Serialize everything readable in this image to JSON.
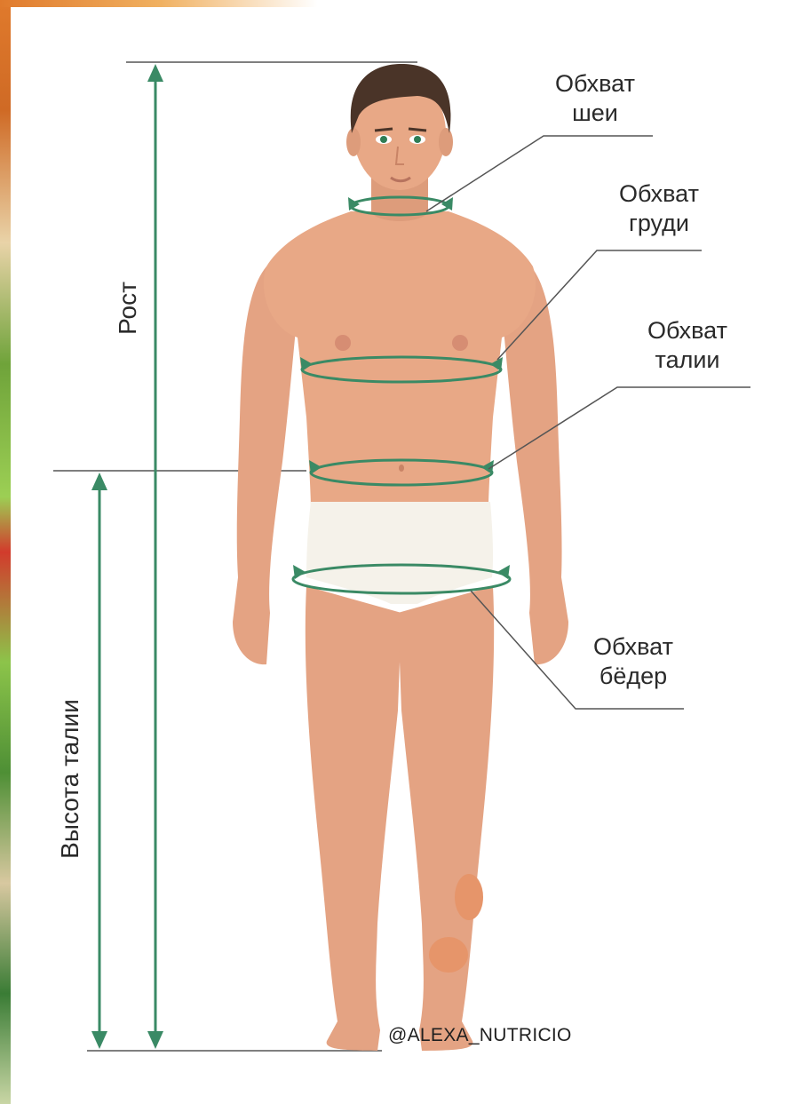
{
  "labels": {
    "neck": {
      "line1": "Обхват",
      "line2": "шеи"
    },
    "chest": {
      "line1": "Обхват",
      "line2": "груди"
    },
    "waist": {
      "line1": "Обхват",
      "line2": "талии"
    },
    "hips": {
      "line1": "Обхват",
      "line2": "бёдер"
    },
    "height": "Рост",
    "waist_height": "Высота талии"
  },
  "credit": "@ALEXA_NUTRICIO",
  "colors": {
    "skin": "#e8a886",
    "skin_shadow": "#d89373",
    "hair": "#4a3428",
    "underwear": "#f5f2ea",
    "measure_line": "#3a8a65",
    "leader_line": "#555555"
  }
}
